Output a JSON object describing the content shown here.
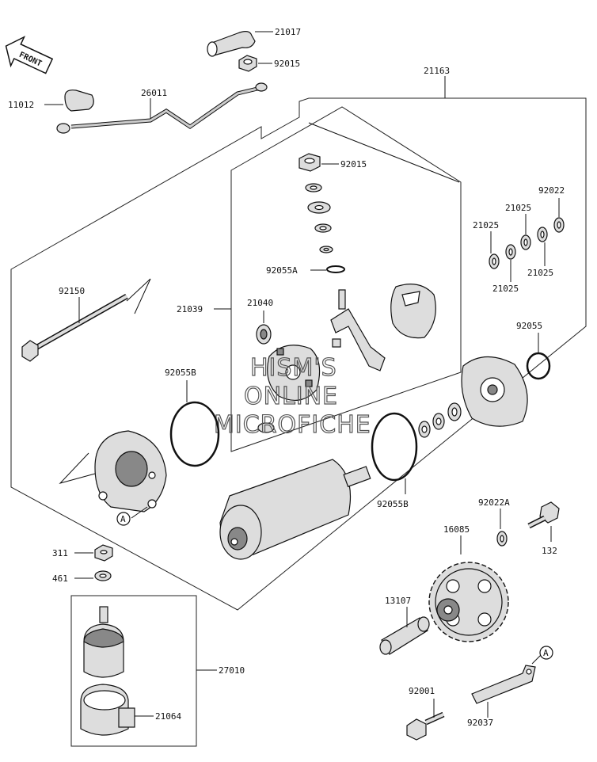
{
  "front_badge": "FRONT",
  "watermark": [
    "HISM'S",
    "ONLINE",
    "MICROFICHE"
  ],
  "refs": {
    "a": "A"
  },
  "labels": {
    "p21017": "21017",
    "p92015_top": "92015",
    "p21163": "21163",
    "p26011": "26011",
    "p11012": "11012",
    "p92015_mid": "92015",
    "p92022": "92022",
    "p21025_a": "21025",
    "p21025_b": "21025",
    "p21025_c": "21025",
    "p21025_d": "21025",
    "p92055A": "92055A",
    "p92150": "92150",
    "p21039": "21039",
    "p21040": "21040",
    "p92055": "92055",
    "p92055B_top": "92055B",
    "p92055B_bot": "92055B",
    "p92022A": "92022A",
    "p16085": "16085",
    "p132": "132",
    "p311": "311",
    "p461": "461",
    "p13107": "13107",
    "p27010": "27010",
    "p21064": "21064",
    "p92001": "92001",
    "p92037": "92037"
  }
}
